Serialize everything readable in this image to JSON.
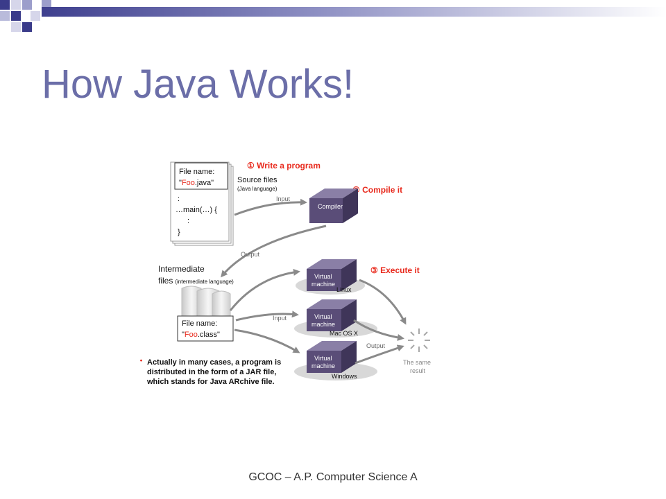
{
  "slide": {
    "title": "How Java Works!",
    "footer": "GCOC – A.P. Computer Science A"
  },
  "diagram": {
    "step1": "① Write a program",
    "step2": "② Compile it",
    "step3": "③ Execute it",
    "source_card": {
      "filename_label": "File name:",
      "filename_value_prefix": "\"",
      "filename_value_highlight": "Foo",
      "filename_value_suffix": ".java\"",
      "code_lines": [
        ":",
        "…main(…) {",
        ":",
        "}"
      ]
    },
    "source_files_label": "Source files",
    "source_files_sub": "(Java language)",
    "input_label_1": "Input",
    "compiler_label": "Compiler",
    "output_label_1": "Output",
    "intermediate_label": "Intermediate",
    "intermediate_files": "files",
    "intermediate_sub": "(intermediate language)",
    "class_card": {
      "filename_label": "File name:",
      "filename_value_prefix": "\"",
      "filename_value_highlight": "Foo",
      "filename_value_suffix": ".class\""
    },
    "input_label_2": "Input",
    "output_label_2": "Output",
    "vm_label_line1": "Virtual",
    "vm_label_line2": "machine",
    "platforms": [
      "Linux",
      "Mac OS X",
      "Windows"
    ],
    "result_line1": "The same",
    "result_line2": "result",
    "note_bullet": "・",
    "note_lines": [
      "Actually in many cases, a program is",
      "distributed in the form of a JAR file,",
      "which stands for Java ARchive file."
    ],
    "colors": {
      "step_red": "#e8291c",
      "box_purple": "#5a4d78",
      "box_top": "#8a7fa6",
      "arrow_gray": "#8a8a8a"
    }
  }
}
